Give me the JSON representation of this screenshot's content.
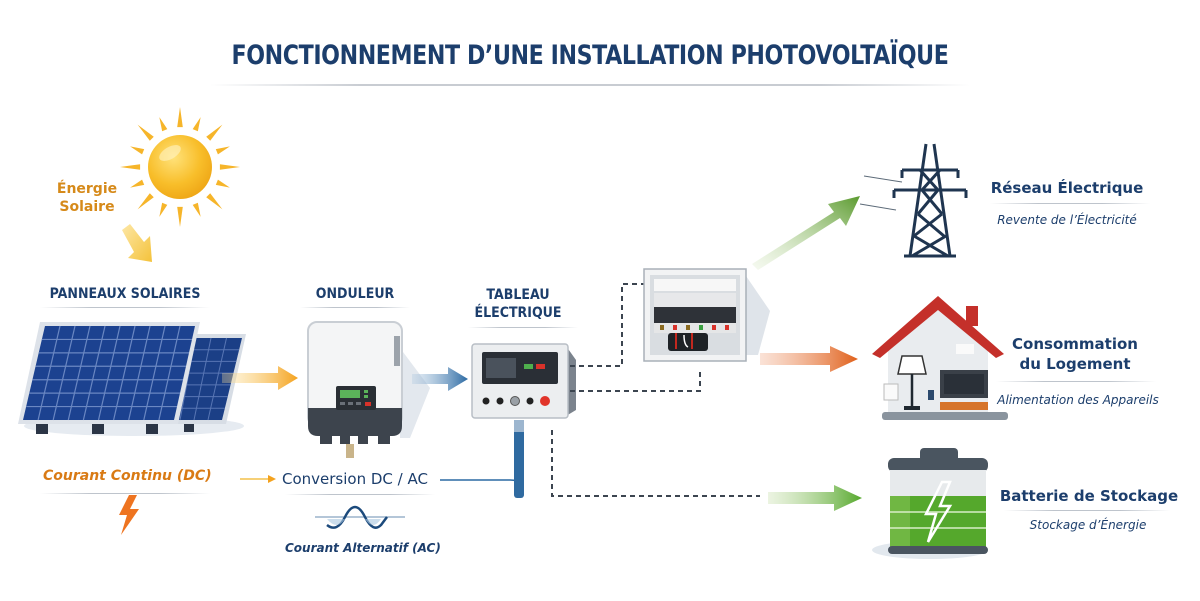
{
  "title": "FONCTIONNEMENT D’UNE INSTALLATION PHOTOVOLTAÏQUE",
  "sun": {
    "label_line1": "Énergie",
    "label_line2": "Solaire"
  },
  "stages": {
    "panels": {
      "label": "PANNEAUX SOLAIRES",
      "current_label": "Courant Continu (DC)"
    },
    "inverter": {
      "label": "ONDULEUR",
      "conversion_label": "Conversion DC / AC",
      "ac_label": "Courant Alternatif (AC)"
    },
    "board": {
      "label_line1": "TABLEAU",
      "label_line2": "ÉLECTRIQUE"
    }
  },
  "destinations": [
    {
      "title_line1": "Réseau Électrique",
      "title_line2": "",
      "subtitle": "Revente de l’Électricité"
    },
    {
      "title_line1": "Consommation",
      "title_line2": "du Logement",
      "subtitle": "Alimentation des Appareils"
    },
    {
      "title_line1": "Batterie de Stockage",
      "title_line2": "",
      "subtitle": "Stockage d’Énergie"
    }
  ],
  "colors": {
    "title": "#1c3e6c",
    "solar_orange": "#f2a21e",
    "grid_arrow": "#5a9a2e",
    "home_arrow": "#e0601a",
    "battery_green": "#55a82c",
    "flow_blue": "#2c6aa3"
  }
}
